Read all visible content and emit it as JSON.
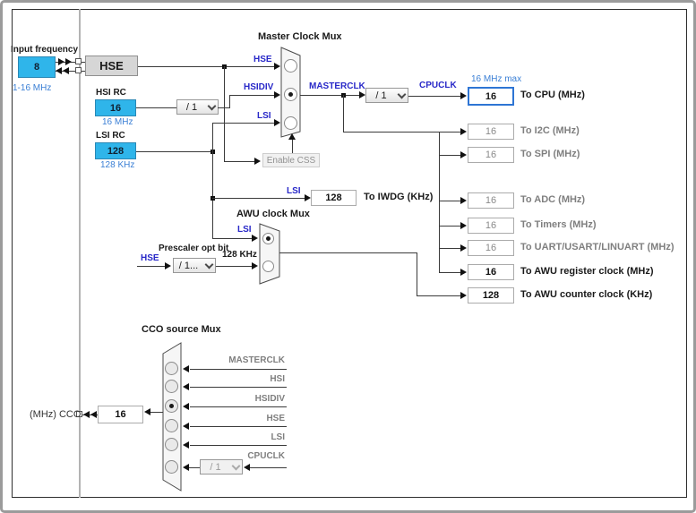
{
  "input": {
    "title": "Input frequency",
    "value": "8",
    "caption": "1-16 MHz"
  },
  "hse_box": {
    "label": "HSE"
  },
  "hsi": {
    "title": "HSI RC",
    "value": "16",
    "caption": "16 MHz",
    "divider": "/ 1"
  },
  "lsi": {
    "title": "LSI RC",
    "value": "128",
    "caption": "128 KHz"
  },
  "master_mux": {
    "title": "Master Clock Mux",
    "in_hse": "HSE",
    "in_hsidiv": "HSIDIV",
    "in_lsi": "LSI",
    "out": "MASTERCLK",
    "css_button": "Enable CSS"
  },
  "cpu": {
    "divider": "/ 1",
    "signal": "CPUCLK",
    "max": "16 MHz max",
    "value": "16",
    "label": "To CPU (MHz)"
  },
  "peripherals": [
    {
      "value": "16",
      "label": "To I2C (MHz)"
    },
    {
      "value": "16",
      "label": "To SPI (MHz)"
    },
    {
      "value": "16",
      "label": "To ADC (MHz)"
    },
    {
      "value": "16",
      "label": "To Timers (MHz)"
    },
    {
      "value": "16",
      "label": "To UART/USART/LINUART (MHz)"
    },
    {
      "value": "16",
      "label": "To AWU register clock (MHz)"
    },
    {
      "value": "128",
      "label": "To AWU counter clock (KHz)"
    }
  ],
  "iwdg": {
    "signal": "LSI",
    "value": "128",
    "label": "To IWDG (KHz)"
  },
  "awu": {
    "title": "AWU clock Mux",
    "prescaler_title": "Prescaler opt bit",
    "prescaler": "/ 1...",
    "in_hse": "HSE",
    "in_lsi": "LSI",
    "in_khz": "128 KHz"
  },
  "cco": {
    "title": "CCO source Mux",
    "inputs": [
      "MASTERCLK",
      "HSI",
      "HSIDIV",
      "HSE",
      "LSI",
      "CPUCLK"
    ],
    "divider": "/ 1",
    "value": "16",
    "label": "(MHz) CCO"
  },
  "colors": {
    "accent_cyan": "#2FB5EA",
    "signal_blue": "#2828C8",
    "caption_blue": "#3A7FD5",
    "muted_gray": "#7F7F7F",
    "cpu_border_blue": "#2E75D4"
  }
}
